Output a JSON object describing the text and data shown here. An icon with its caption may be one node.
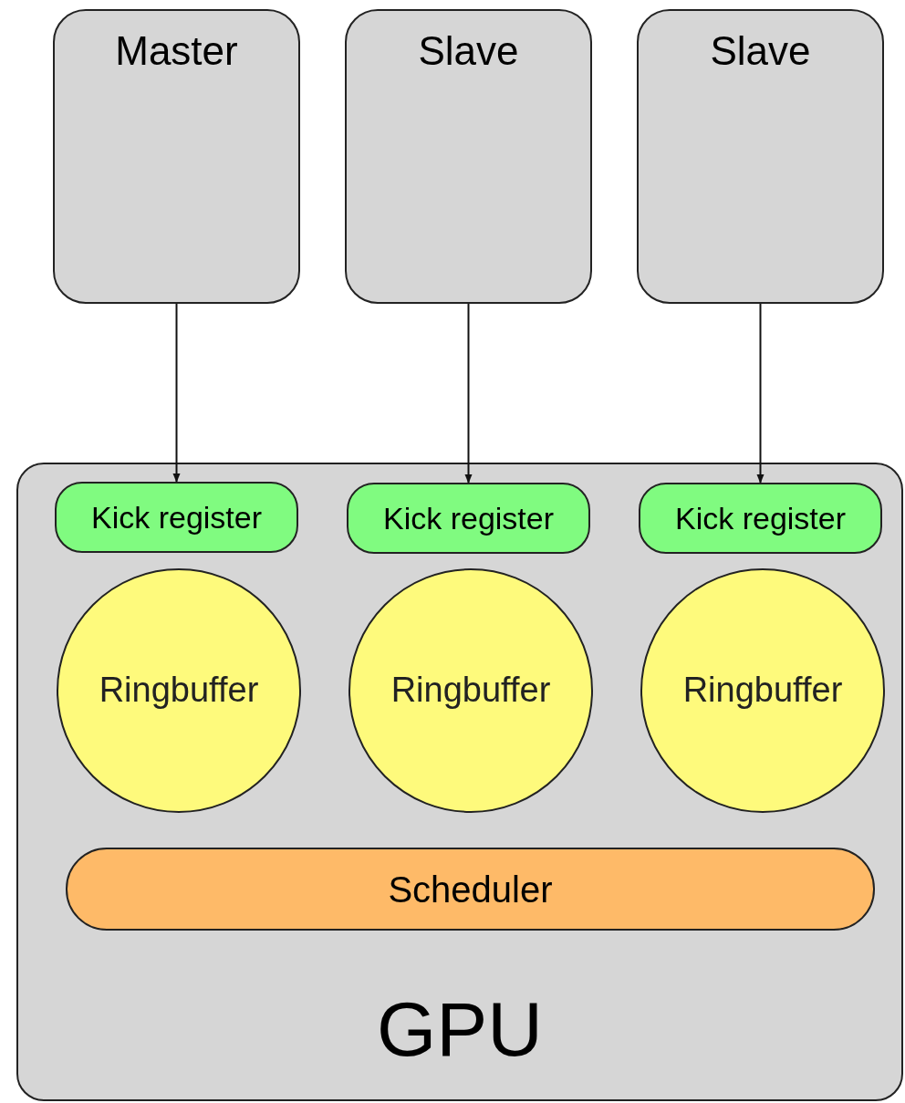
{
  "diagram": {
    "nodes": [
      {
        "text": [
          "Master"
        ]
      },
      {
        "text": [
          "Slave"
        ]
      },
      {
        "text": [
          "Slave"
        ]
      },
      {
        "text": [
          "GPU"
        ]
      },
      {
        "text": [
          "Kick register"
        ],
        "in": 3
      },
      {
        "text": [
          "Kick register"
        ],
        "in": 3
      },
      {
        "text": [
          "Kick register"
        ],
        "in": 3
      },
      {
        "text": [
          "Ringbuffer"
        ],
        "in": 3
      },
      {
        "text": [
          "Ringbuffer"
        ],
        "in": 3
      },
      {
        "text": [
          "Ringbuffer"
        ],
        "in": 3
      },
      {
        "text": [
          "Scheduler"
        ],
        "in": 3
      }
    ],
    "edges": [
      {
        "from": 0,
        "to": 4,
        "arrow": "to"
      },
      {
        "from": 1,
        "to": 5,
        "arrow": "to"
      },
      {
        "from": 2,
        "to": 6,
        "arrow": "to"
      }
    ]
  }
}
